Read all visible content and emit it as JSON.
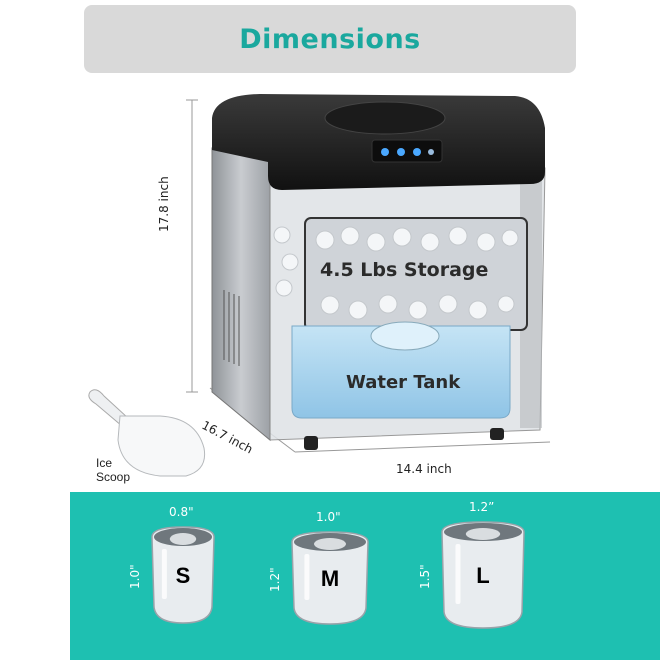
{
  "header": {
    "title": "Dimensions"
  },
  "dimensions": {
    "height": "17.8 inch",
    "depth": "16.7 inch",
    "width": "14.4 inch"
  },
  "accessory": {
    "label": "Ice\nScoop"
  },
  "machine": {
    "storage_label": "4.5 Lbs Storage",
    "tank_label": "Water Tank"
  },
  "ice_sizes": [
    {
      "letter": "S",
      "width": "0.8\"",
      "height": "1.0\""
    },
    {
      "letter": "M",
      "width": "1.0\"",
      "height": "1.2\""
    },
    {
      "letter": "L",
      "width": "1.2”",
      "height": "1.5\""
    }
  ],
  "colors": {
    "accent": "#1ec0b1",
    "title": "#1aa89e",
    "header_bg": "#d9d9d9"
  }
}
